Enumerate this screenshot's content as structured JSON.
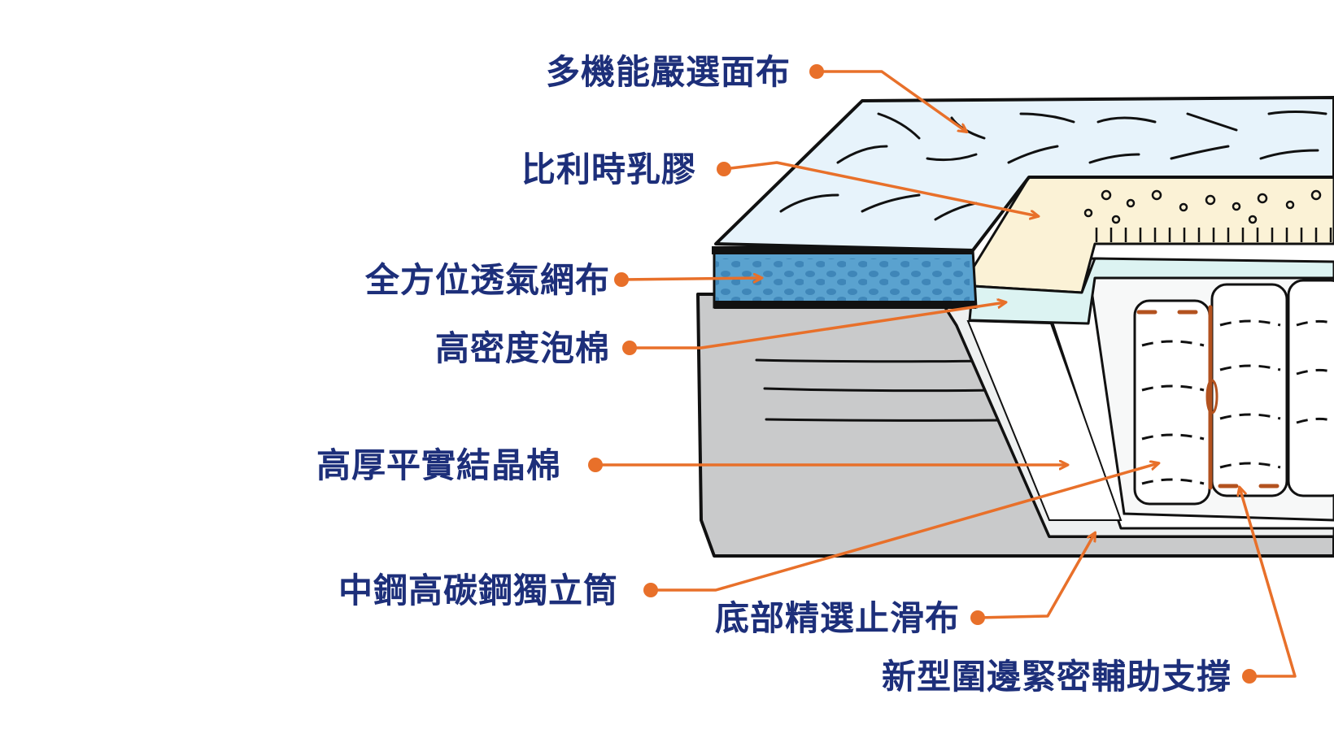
{
  "colors": {
    "label_text": "#1d2f7a",
    "leader_line": "#e8702a",
    "outline": "#111111",
    "quilted_top": "#e7f3fb",
    "latex": "#fbf2d6",
    "foam": "#dcf3f2",
    "mesh_fabric": "#5aa2cf",
    "side_panel": "#c9cacb",
    "interior": "#eef0f0"
  },
  "labels": [
    {
      "id": "fabric",
      "text": "多機能嚴選面布"
    },
    {
      "id": "latex",
      "text": "比利時乳膠"
    },
    {
      "id": "mesh",
      "text": "全方位透氣網布"
    },
    {
      "id": "foam",
      "text": "高密度泡棉"
    },
    {
      "id": "cotton",
      "text": "高厚平實結晶棉"
    },
    {
      "id": "coil",
      "text": "中鋼高碳鋼獨立筒"
    },
    {
      "id": "nonslip",
      "text": "底部精選止滑布"
    },
    {
      "id": "edge",
      "text": "新型圍邊緊密輔助支撐"
    }
  ]
}
